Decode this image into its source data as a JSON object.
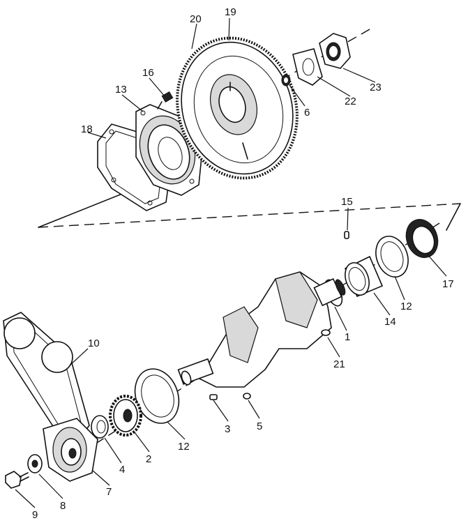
{
  "callouts": {
    "c1": "1",
    "c2": "2",
    "c3": "3",
    "c4": "4",
    "c5": "5",
    "c6": "6",
    "c7": "7",
    "c8": "8",
    "c9": "9",
    "c10": "10",
    "c12a": "12",
    "c12b": "12",
    "c13": "13",
    "c14": "14",
    "c15": "15",
    "c16": "16",
    "c17": "17",
    "c18": "18",
    "c19": "19",
    "c20": "20",
    "c21": "21",
    "c22": "22",
    "c23": "23"
  }
}
